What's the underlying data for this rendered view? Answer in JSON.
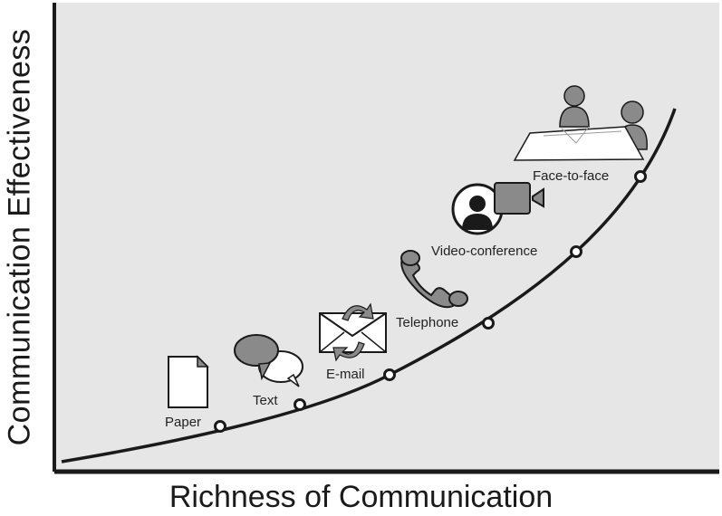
{
  "axes": {
    "y_label": "Communication Effectiveness",
    "x_label": "Richness of Communication"
  },
  "stages": [
    {
      "label": "Paper",
      "icon": "paper-icon"
    },
    {
      "label": "Text",
      "icon": "speech-bubbles-icon"
    },
    {
      "label": "E-mail",
      "icon": "envelope-icon"
    },
    {
      "label": "Telephone",
      "icon": "telephone-icon"
    },
    {
      "label": "Video-conference",
      "icon": "video-camera-icon"
    },
    {
      "label": "Face-to-face",
      "icon": "meeting-people-icon"
    }
  ],
  "colors": {
    "panel": "#e6e6e6",
    "axis": "#1a1a1a",
    "curve": "#1a1a1a",
    "icon_gray": "#8a8a8a",
    "icon_dark": "#2a2a2a"
  }
}
